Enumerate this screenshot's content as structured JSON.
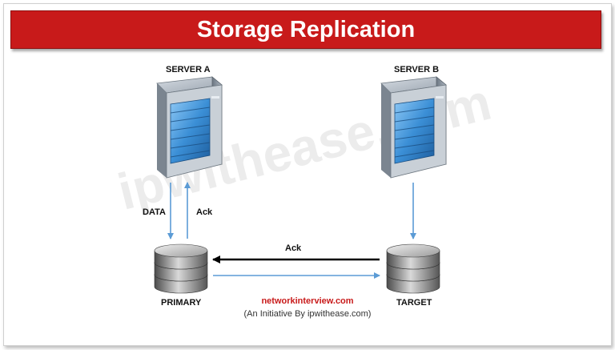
{
  "title": "Storage Replication",
  "servers": {
    "a": {
      "label": "SERVER A"
    },
    "b": {
      "label": "SERVER B"
    }
  },
  "arrows": {
    "data_label": "DATA",
    "ack_up_label": "Ack",
    "ack_back_label": "Ack"
  },
  "storage": {
    "primary": {
      "label": "PRIMARY"
    },
    "target": {
      "label": "TARGET"
    }
  },
  "watermark": "ipwithease.com",
  "footer": {
    "site": "networkinterview.com",
    "note": "(An Initiative By ipwithease.com)"
  },
  "colors": {
    "banner": "#c81a1a",
    "arrow_blue": "#5b9bd5",
    "arrow_black": "#000000",
    "server_front": "#3b8fd6"
  }
}
